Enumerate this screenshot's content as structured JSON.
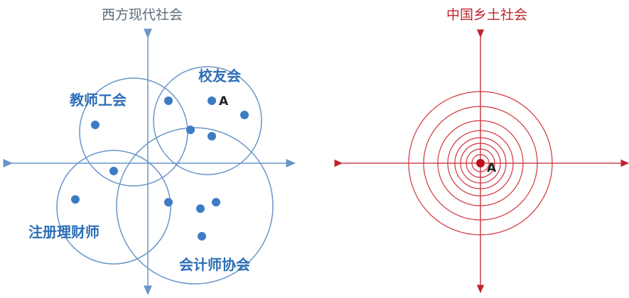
{
  "west": {
    "title": "西方现代社会",
    "accent": "#6a95c9",
    "point_color": "#3c7cc4",
    "groups": {
      "teachers_union": "教师工会",
      "alumni": "校友会",
      "cpa": "注册理财师",
      "accountants": "会计师协会"
    },
    "point_label": "A"
  },
  "china": {
    "title": "中国乡土社会",
    "accent": "#d2333b",
    "center_color": "#c0101a",
    "point_label": "A",
    "ring_count": 8
  }
}
